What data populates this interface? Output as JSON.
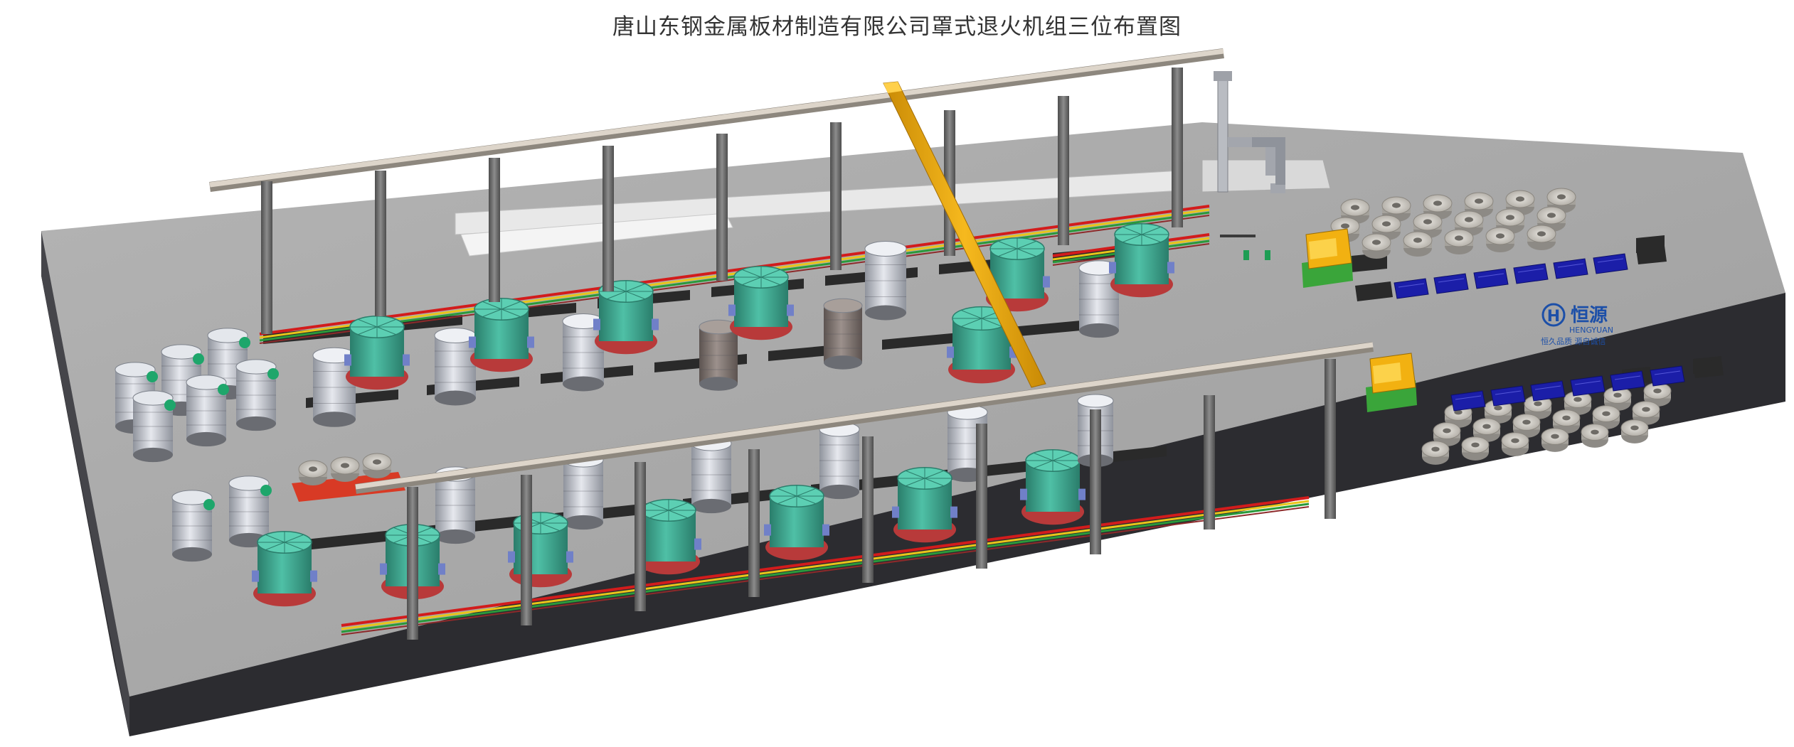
{
  "title": "唐山东钢金属板材制造有限公司罩式退火机组三位布置图",
  "logo": {
    "mark": "H",
    "name": "恒源",
    "latin": "HENGYUAN",
    "slogan": "恒久品质 源自诚信"
  },
  "colors": {
    "background": "#ffffff",
    "floor_top": "#a9a9a9",
    "floor_side": "#3b3b3f",
    "floor_front": "#2b2b2f",
    "rail": "#c9c1b6",
    "column": "#6f6f6f",
    "furnace_hood": "#3aa58e",
    "inner_cover": "#bfc3cc",
    "crane_beam": "#f0a812",
    "coil": "#bdbab4",
    "control_box": "#1b1ea8",
    "logo_blue": "#1c4fa8"
  },
  "icons": [
    "furnace-hood-icon",
    "inner-cover-icon",
    "steel-coil-icon",
    "crane-beam-icon",
    "control-cabinet-icon",
    "chimney-icon",
    "company-logo-icon"
  ]
}
